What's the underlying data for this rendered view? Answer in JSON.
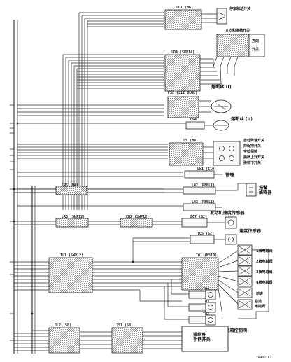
{
  "connectors": {
    "ld1": "LD1 (M6)",
    "ld4": "LD4 (SWP14)",
    "fs2": "FS2 (S12 BLUE)",
    "dp4": "DP4",
    "ls": "LS (M4)",
    "lw1": "LW1 (S10)",
    "l42": "L42 (P8BL1)",
    "l43": "L43 (P8BL1)",
    "lr5": "LR5 (M4)",
    "lr3": "LR3 (SWP12)",
    "eb2": "EB2 (SWP12)",
    "e07": "E07 (S2)",
    "t05": "T05 (S2)",
    "tl1": "TL1 (SWP12)",
    "t01": "T01 (M510)",
    "t04": "T04",
    "t03": "T03",
    "t02": "T02",
    "jl2": "JL2 (S8)",
    "js1": "JS1 (S8)"
  },
  "components": {
    "parking_brake_switch": "停车制动开关",
    "direction_gear_switch": "方向和换档开关",
    "fuse_1": "熔断丝 (I)",
    "fuse_2": "熔断丝 (II)",
    "auto_downshift_switch": "自动降速开关",
    "hold_switch": "抑保持开关",
    "neutral_hold": "空挡保持",
    "shift_up_switch": "换档上升开关",
    "shift_down_switch": "换档下开关",
    "ground": "管理",
    "alarm_buzzer": "报警\n蜂鸣器",
    "engine_speed_sensor": "发动机速度传感器",
    "speed_sensor": "速度传感器",
    "solenoid_1": "1档电磁阀",
    "solenoid_2": "2档电磁阀",
    "solenoid_3": "3档电磁阀",
    "solenoid_4": "4档电磁阀",
    "forward": "前进",
    "reverse_solenoid": "后退\n电磁阀",
    "trans_control_valve": "变速箱控制阀",
    "lever_switch": "操纵杆\n手柄开关",
    "dg_small_1": "方向",
    "dg_small_2": "开关",
    "diagram_code": "TWW02182"
  },
  "icons": [
    "fuse-icon",
    "solenoid-icon",
    "buzzer-icon",
    "sensor-icon",
    "switch-icon"
  ]
}
